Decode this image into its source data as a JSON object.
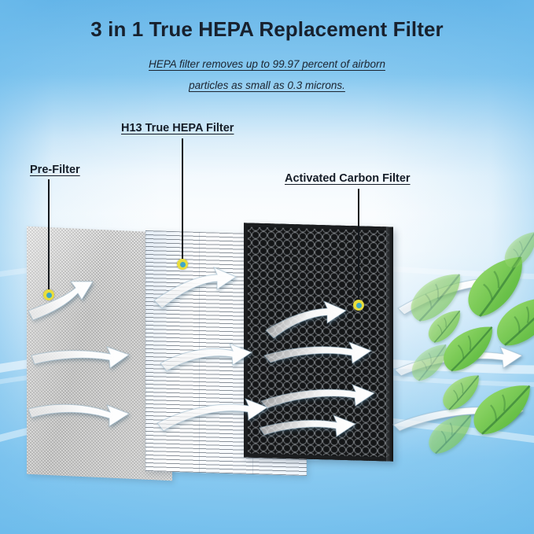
{
  "page": {
    "title": "3 in 1 True HEPA Replacement Filter",
    "subtitle_line1": "HEPA filter removes up to 99.97 percent of airborn",
    "subtitle_line2": "particles as small as 0.3 microns.",
    "background_top_color": "#63b4e8",
    "background_mid_color": "#f7fbfe",
    "background_bottom_color": "#6dbcec",
    "title_color": "#18212e"
  },
  "callouts": [
    {
      "id": "pre-filter",
      "label": "Pre-Filter",
      "marker_ring_color": "#e8dd3c",
      "marker_center_color": "#3fa7c6"
    },
    {
      "id": "h13-true-hepa-filter",
      "label": "H13 True HEPA Filter",
      "marker_ring_color": "#e8dd3c",
      "marker_center_color": "#3fa7c6"
    },
    {
      "id": "activated-carbon-filter",
      "label": "Activated Carbon Filter",
      "marker_ring_color": "#e8dd3c",
      "marker_center_color": "#3fa7c6"
    }
  ],
  "layers": [
    {
      "id": "pre-filter-panel",
      "texture": "woven-mesh",
      "color": "#d2d2d1"
    },
    {
      "id": "hepa-filter-panel",
      "texture": "pleated-white",
      "color": "#fdfdfd"
    },
    {
      "id": "carbon-filter-panel",
      "texture": "black-honeycomb",
      "color": "#16181a"
    }
  ],
  "airflow": {
    "arrow_color": "#ffffff",
    "arrow_count_pre": 3,
    "arrow_count_hepa": 3,
    "arrow_count_carbon": 4,
    "arrow_count_outlet": 3
  },
  "leaves": {
    "color_light": "#a8de7f",
    "color_mid": "#7ccf52",
    "color_dark": "#55b63c",
    "count": 10
  }
}
